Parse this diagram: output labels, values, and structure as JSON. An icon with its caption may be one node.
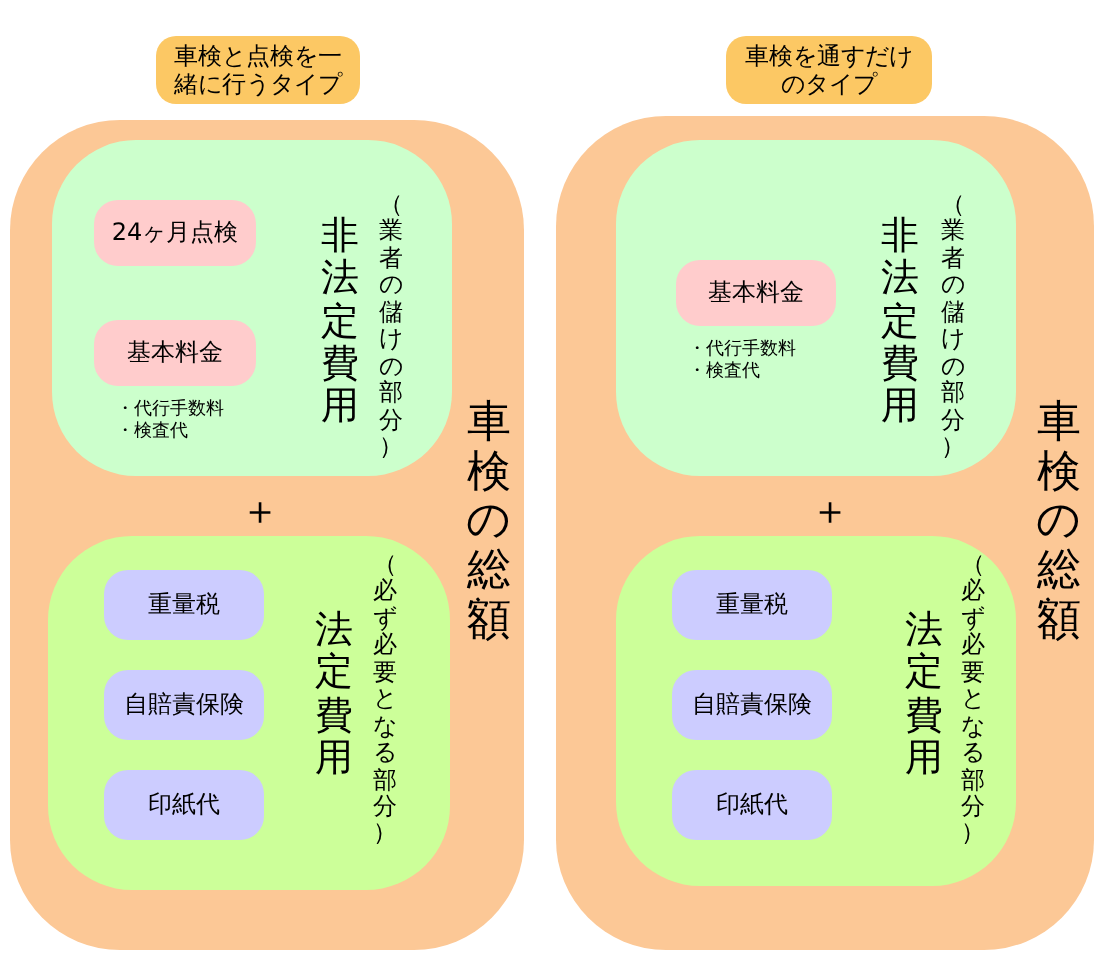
{
  "diagram": {
    "nodes": [
      {
        "text": [
          "車検と点検を一緒に行うタイプ"
        ]
      },
      {
        "text": [
          "車検の総額"
        ]
      },
      {
        "text": [
          "非法定費用",
          "（業者の儲けの部分）"
        ],
        "in": 1
      },
      {
        "text": [
          "24ヶ月点検"
        ],
        "in": 2
      },
      {
        "text": [
          "基本料金"
        ],
        "in": 2,
        "beside": [
          "・代行手数料",
          "・検査代"
        ]
      },
      {
        "text": [
          "法定費用",
          "（必ず必要となる部分）"
        ],
        "in": 1
      },
      {
        "text": [
          "重量税"
        ],
        "in": 5
      },
      {
        "text": [
          "自賠責保険"
        ],
        "in": 5
      },
      {
        "text": [
          "印紙代"
        ],
        "in": 5
      },
      {
        "text": [
          "車検を通すだけのタイプ"
        ]
      },
      {
        "text": [
          "車検の総額"
        ]
      },
      {
        "text": [
          "非法定費用",
          "（業者の儲けの部分）"
        ],
        "in": 10
      },
      {
        "text": [
          "基本料金"
        ],
        "in": 11,
        "beside": [
          "・代行手数料",
          "・検査代"
        ]
      },
      {
        "text": [
          "法定費用",
          "（必ず必要となる部分）"
        ],
        "in": 10
      },
      {
        "text": [
          "重量税"
        ],
        "in": 13
      },
      {
        "text": [
          "自賠責保険"
        ],
        "in": 13
      },
      {
        "text": [
          "印紙代"
        ],
        "in": 13
      }
    ],
    "labels": [
      "＋",
      "＋"
    ]
  }
}
